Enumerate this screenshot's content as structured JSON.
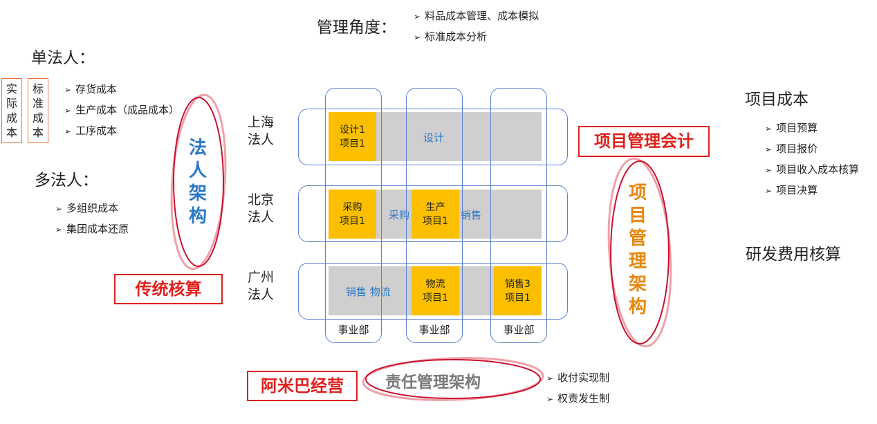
{
  "mgmt": {
    "title": "管理角度：",
    "items": [
      "料品成本管理、成本模拟",
      "标准成本分析"
    ]
  },
  "single": {
    "title": "单法人：",
    "box1": "实际成本",
    "box2": "标准成本",
    "items": [
      "存货成本",
      "生产成本（成品成本）",
      "工序成本"
    ]
  },
  "multi": {
    "title": "多法人：",
    "items": [
      "多组织成本",
      "集团成本还原"
    ]
  },
  "legal_arch": "法人架构",
  "traditional": "传统核算",
  "rows": [
    "上海法人",
    "北京法人",
    "广州法人"
  ],
  "dept": "事业部",
  "cells": {
    "r1_gray": "设计",
    "r1_y1": [
      "设计1",
      "项目1"
    ],
    "r2_gray_a": "采购",
    "r2_gray_b": "销售",
    "r2_y1": [
      "采购",
      "项目1"
    ],
    "r2_y2": [
      "生产",
      "项目1"
    ],
    "r3_gray": "销售 物流",
    "r3_y1": [
      "物流",
      "项目1"
    ],
    "r3_y2": [
      "销售3",
      "项目1"
    ]
  },
  "pm_accounting": "项目管理会计",
  "pm_arch": "项目管理架构",
  "project_cost": {
    "title": "项目成本",
    "items": [
      "项目预算",
      "项目报价",
      "项目收入成本核算",
      "项目决算"
    ]
  },
  "rd": "研发费用核算",
  "amoeba": "阿米巴经营",
  "resp_arch": "责任管理架构",
  "resp_items": [
    "收付实现制",
    "权责发生制"
  ],
  "colors": {
    "red": "#e0201d",
    "blue": "#2a77c6",
    "orange": "#e8860b",
    "yellow": "#fbbf00",
    "gray": "#d0cfd0",
    "line": "#5b7fd4"
  }
}
